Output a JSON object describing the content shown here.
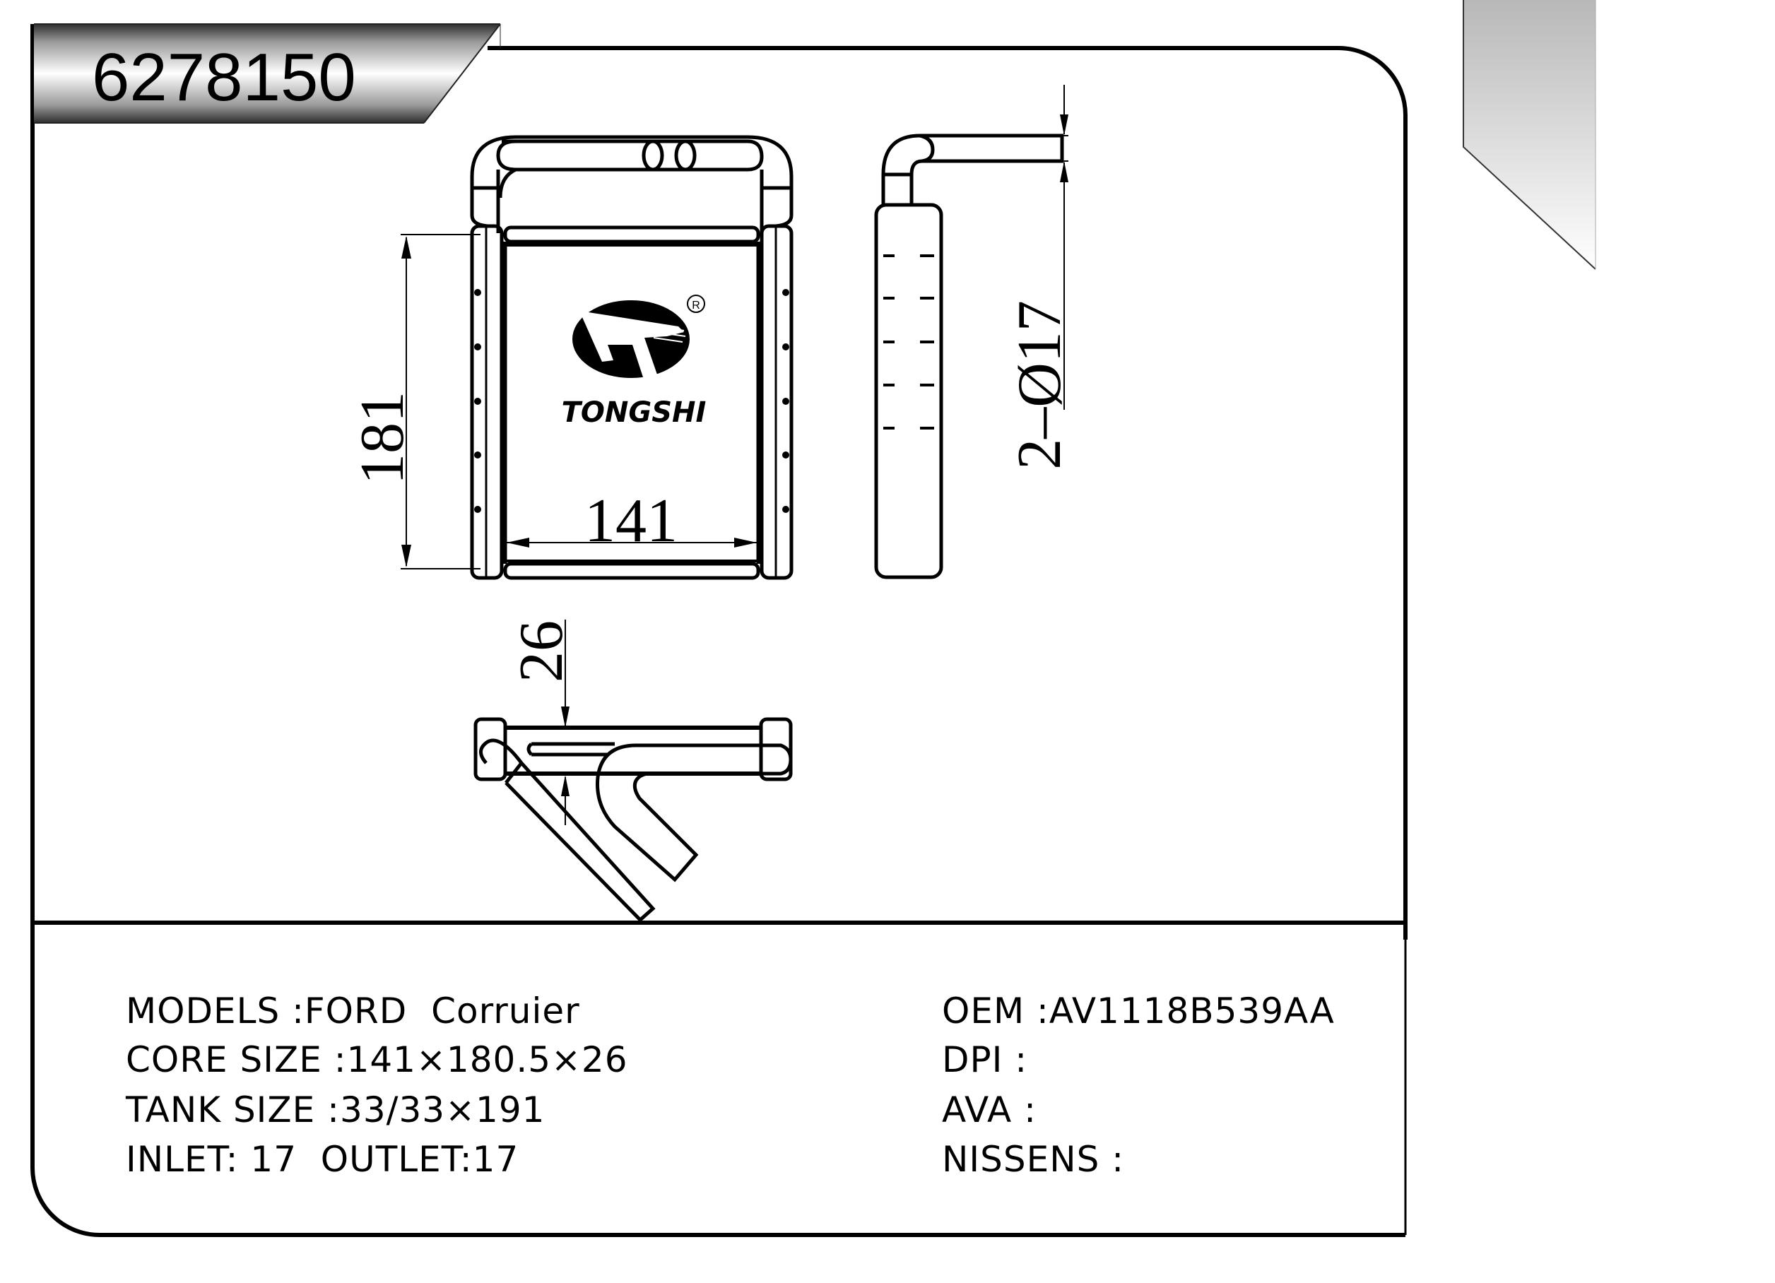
{
  "header": {
    "part_number": "6278150"
  },
  "drawing": {
    "front_view": {
      "height_dimension": "181",
      "width_dimension": "141"
    },
    "side_view": {
      "pipe_dimension": "2–Ø17"
    },
    "bottom_view": {
      "depth_dimension": "26"
    },
    "logo": {
      "brand": "TONGSHI",
      "registered_mark": "R"
    }
  },
  "specs": {
    "left": [
      {
        "label": "MODELS :",
        "value": "FORD  Corruier"
      },
      {
        "label": "CORE SIZE :",
        "value": "141×180.5×26"
      },
      {
        "label": "TANK SIZE :",
        "value": "33/33×191"
      },
      {
        "label": "INLET:",
        "value": " 17  OUTLET:17"
      }
    ],
    "right": [
      {
        "label": "OEM :",
        "value": "AV1118B539AA"
      },
      {
        "label": "DPI :",
        "value": ""
      },
      {
        "label": "AVA :",
        "value": ""
      },
      {
        "label": "NISSENS :",
        "value": ""
      }
    ]
  },
  "colors": {
    "line": "#000000",
    "banner_dark": "#3a3a3a",
    "banner_light": "#ffffff",
    "corner_gray": "#b8b8b8"
  }
}
